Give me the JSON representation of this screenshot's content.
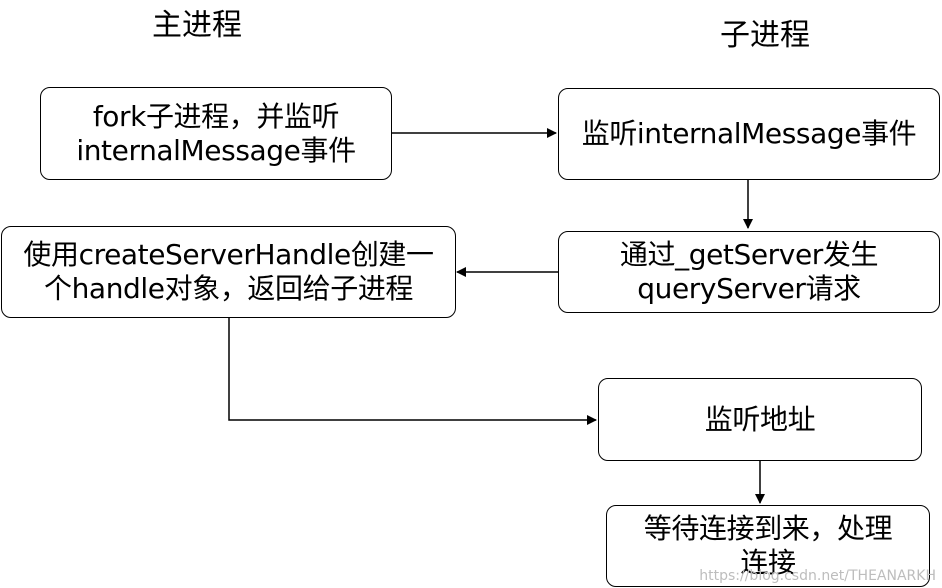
{
  "headings": {
    "main_process": "主进程",
    "child_process": "子进程"
  },
  "nodes": {
    "fork_listen": {
      "lines": [
        "fork子进程，并监听",
        "internalMessage事件"
      ]
    },
    "child_listen": {
      "lines": [
        "监听internalMessage事件"
      ]
    },
    "get_server": {
      "lines": [
        "通过_getServer发生",
        "queryServer请求"
      ]
    },
    "create_handle": {
      "lines": [
        "使用createServerHandle创建一",
        "个handle对象，返回给子进程"
      ]
    },
    "listen_address": {
      "lines": [
        "监听地址"
      ]
    },
    "wait_connection": {
      "lines": [
        "等待连接到来，处理",
        "连接"
      ]
    }
  },
  "watermark": "https://blog.csdn.net/THEANARKH",
  "colors": {
    "stroke": "#000000",
    "background": "#ffffff",
    "watermark": "#bdbdbd"
  }
}
